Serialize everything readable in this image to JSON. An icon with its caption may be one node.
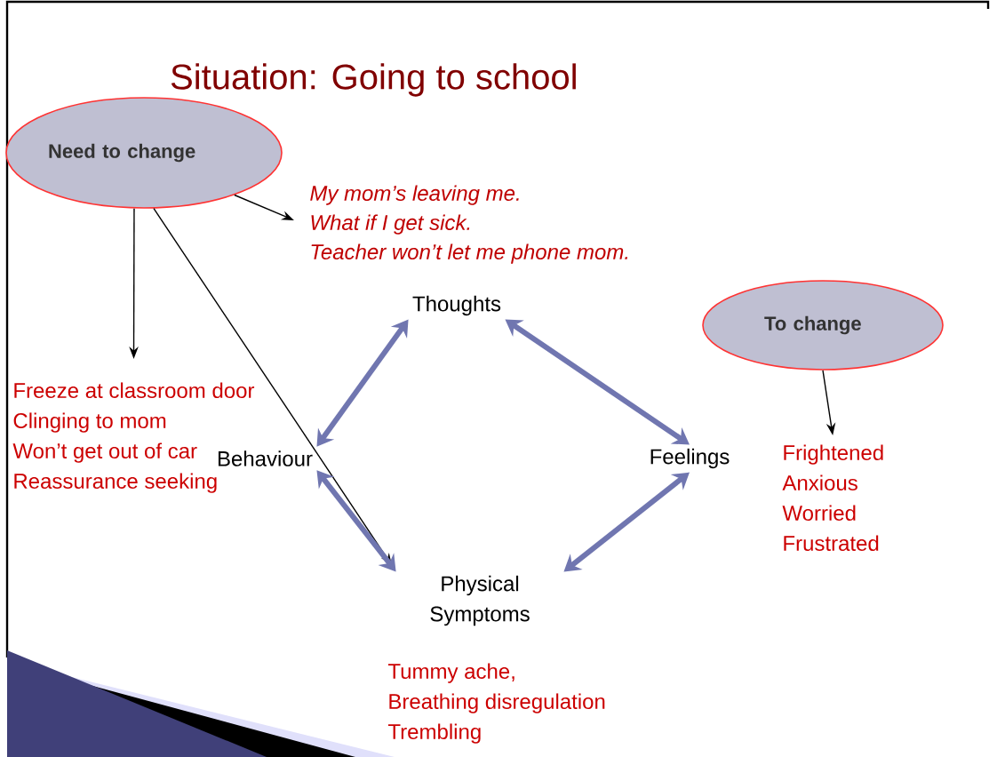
{
  "diagram": {
    "title": "Situation: Going to school",
    "nodes": [
      {
        "text": [
          "Need to change"
        ]
      },
      {
        "text": [
          "My mom’s leaving me.",
          "What if I get sick.",
          "Teacher won’t let me phone mom."
        ]
      },
      {
        "text": [
          "Thoughts"
        ]
      },
      {
        "text": [
          "To change"
        ]
      },
      {
        "text": [
          "Freeze at classroom door",
          "Clinging to mom",
          "Won’t get out of car",
          "Reassurance seeking"
        ]
      },
      {
        "text": [
          "Behaviour"
        ]
      },
      {
        "text": [
          "Feelings"
        ]
      },
      {
        "text": [
          "Frightened",
          "Anxious",
          "Worried",
          "Frustrated"
        ]
      },
      {
        "text": [
          "Physical Symptoms"
        ]
      },
      {
        "text": [
          "Tummy ache,",
          "Breathing disregulation",
          "Trembling"
        ]
      }
    ],
    "edges": [
      {
        "from": 0,
        "to": 1,
        "arrow": "to"
      },
      {
        "from": 0,
        "to": 4,
        "arrow": "to"
      },
      {
        "from": 0,
        "to": 8,
        "arrow": "to"
      },
      {
        "from": 3,
        "to": 7,
        "arrow": "to"
      },
      {
        "from": 2,
        "to": 5,
        "arrow": "both",
        "style": "thick",
        "color": "#7076b0"
      },
      {
        "from": 2,
        "to": 6,
        "arrow": "both",
        "style": "thick",
        "color": "#7076b0"
      },
      {
        "from": 5,
        "to": 8,
        "arrow": "both",
        "style": "thick",
        "color": "#7076b0"
      },
      {
        "from": 6,
        "to": 8,
        "arrow": "both",
        "style": "thick",
        "color": "#7076b0"
      }
    ]
  }
}
